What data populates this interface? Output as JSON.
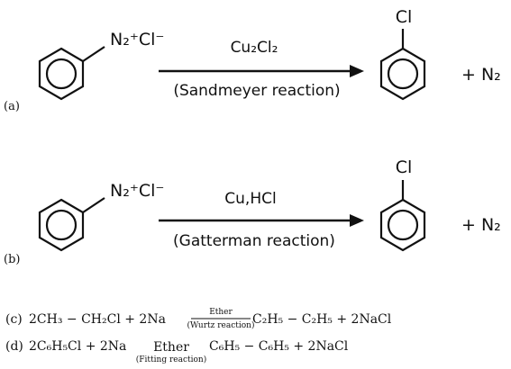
{
  "reactions": [
    {
      "tag": "(a)",
      "reactant_charge": "N₂⁺Cl⁻",
      "reagent": "Cu₂Cl₂",
      "name": "(Sandmeyer reaction)",
      "product_sub": "Cl",
      "coproduct": "+ N₂"
    },
    {
      "tag": "(b)",
      "reactant_charge": "N₂⁺Cl⁻",
      "reagent": "Cu,HCl",
      "name": "(Gatterman reaction)",
      "product_sub": "Cl",
      "coproduct": "+ N₂"
    }
  ],
  "eq_c": {
    "tag": "(c)",
    "lhs": "2CH₃ − CH₂Cl + 2Na",
    "over": "Ether",
    "under": "(Wurtz reaction)",
    "rhs": "C₂H₅ − C₂H₅ + 2NaCl"
  },
  "eq_d": {
    "tag": "(d)",
    "lhs": "2C₆H₅Cl + 2Na",
    "over": "Ether",
    "under": "(Fitting reaction)",
    "rhs": "C₆H₅ − C₆H₅ + 2NaCl"
  }
}
